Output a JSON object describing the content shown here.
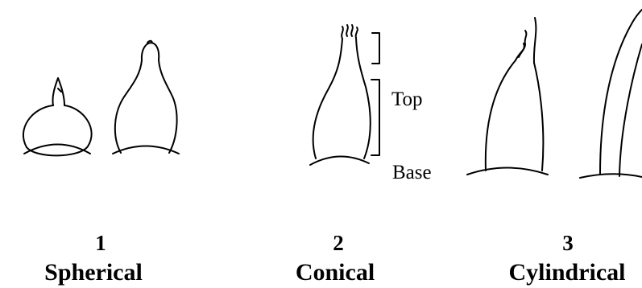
{
  "diagram": {
    "annotations": {
      "top": "Top",
      "base": "Base"
    },
    "categories": [
      {
        "number": "1",
        "label": "Spherical"
      },
      {
        "number": "2",
        "label": "Conical"
      },
      {
        "number": "3",
        "label": "Cylindrical"
      }
    ]
  }
}
